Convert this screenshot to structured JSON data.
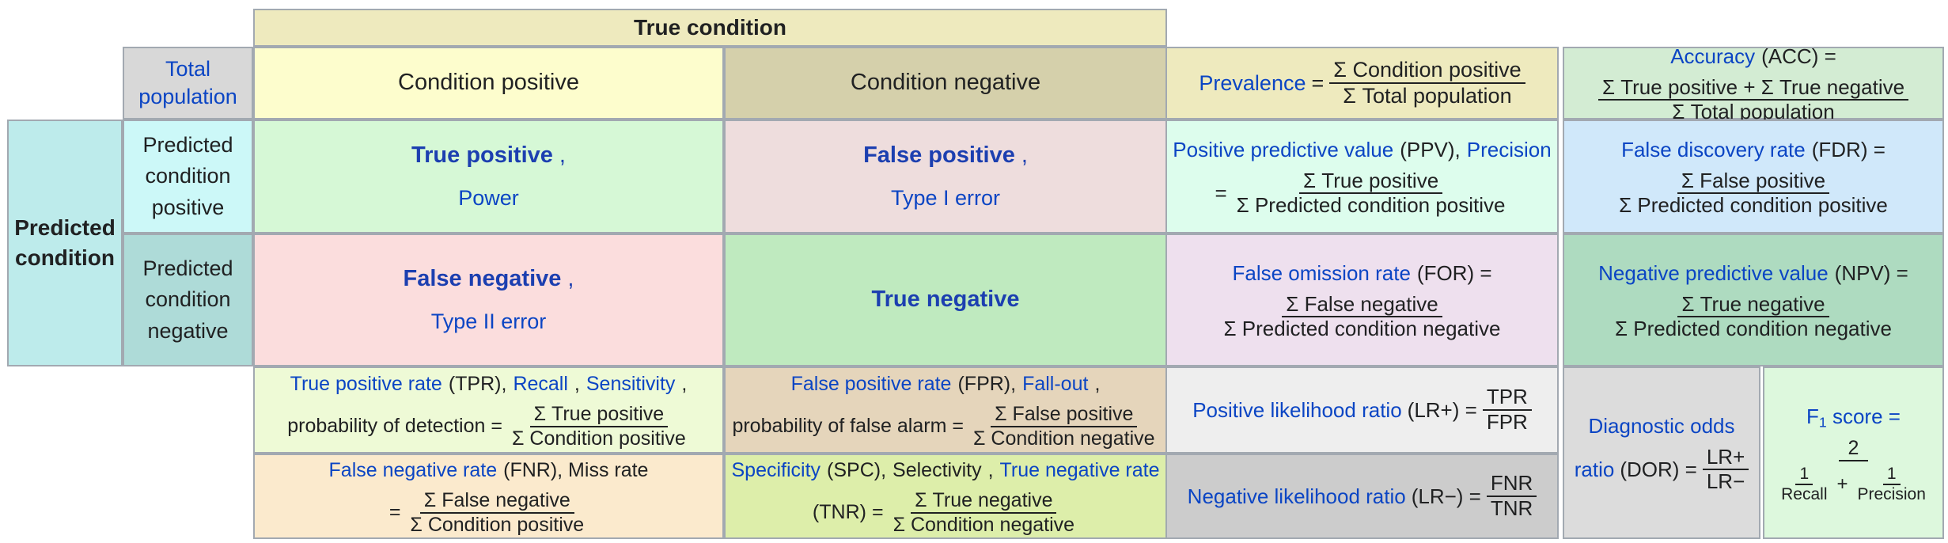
{
  "title": "Confusion matrix / diagnostic testing metrics table",
  "header": {
    "true_condition": "True condition",
    "total_population": "Total population",
    "condition_positive": "Condition positive",
    "condition_negative": "Condition negative"
  },
  "row_labels": {
    "predicted_condition": "Predicted condition",
    "predicted_condition_positive": "Predicted condition positive",
    "predicted_condition_negative": "Predicted condition negative"
  },
  "matrix": {
    "true_positive": "True positive",
    "true_positive_alias": "Power",
    "false_positive": "False positive",
    "false_positive_alias": "Type I error",
    "false_negative": "False negative",
    "false_negative_alias": "Type II error",
    "true_negative": "True negative",
    "comma": ","
  },
  "metrics": {
    "prevalence": {
      "name": "Prevalence",
      "equals": "=",
      "numerator": "Σ Condition positive",
      "denominator": "Σ Total population"
    },
    "accuracy": {
      "name": "Accuracy",
      "abbr": "(ACC) =",
      "numerator": "Σ True positive + Σ True negative",
      "denominator": "Σ Total population"
    },
    "ppv": {
      "name": "Positive predictive value",
      "abbr": "(PPV),",
      "alias": "Precision",
      "equals": "=",
      "numerator": "Σ True positive",
      "denominator": "Σ Predicted condition positive"
    },
    "fdr": {
      "name": "False discovery rate",
      "abbr": "(FDR) =",
      "numerator": "Σ False positive",
      "denominator": "Σ Predicted condition positive"
    },
    "for": {
      "name": "False omission rate",
      "abbr": "(FOR) =",
      "numerator": "Σ False negative",
      "denominator": "Σ Predicted condition negative"
    },
    "npv": {
      "name": "Negative predictive value",
      "abbr": "(NPV) =",
      "numerator": "Σ True negative",
      "denominator": "Σ Predicted condition negative"
    },
    "tpr": {
      "name": "True positive rate",
      "abbr": "(TPR),",
      "alias1": "Recall",
      "alias2": "Sensitivity",
      "alias3": "probability of detection",
      "comma": ",",
      "equals": "=",
      "numerator": "Σ True positive",
      "denominator": "Σ Condition positive"
    },
    "fpr": {
      "name": "False positive rate",
      "abbr": "(FPR),",
      "alias1": "Fall-out",
      "alias2": "probability of false alarm",
      "comma": ",",
      "equals": "=",
      "numerator": "Σ False positive",
      "denominator": "Σ Condition negative"
    },
    "lr_plus": {
      "name": "Positive likelihood ratio",
      "abbr": "(LR+) =",
      "numerator": "TPR",
      "denominator": "FPR"
    },
    "fnr": {
      "name": "False negative rate",
      "abbr": "(FNR), Miss rate",
      "equals": "=",
      "numerator": "Σ False negative",
      "denominator": "Σ Condition positive"
    },
    "spc": {
      "name": "Specificity",
      "abbr": "(SPC),",
      "alias1": "Selectivity",
      "alias2": "True negative rate",
      "abbr2": "(TNR)",
      "comma": ",",
      "equals": "=",
      "numerator": "Σ True negative",
      "denominator": "Σ Condition negative"
    },
    "lr_minus": {
      "name": "Negative likelihood ratio",
      "abbr": "(LR−) =",
      "numerator": "FNR",
      "denominator": "TNR"
    },
    "dor": {
      "name_line1": "Diagnostic odds",
      "name_line2": "ratio",
      "abbr": "(DOR) =",
      "numerator": "LR+",
      "denominator": "LR−"
    },
    "f1": {
      "name": "F",
      "sub": "1",
      "name_rest": " score =",
      "numerator": "2",
      "den_left_num": "1",
      "den_left_den": "Recall",
      "plus": "+",
      "den_right_num": "1",
      "den_right_den": "Precision"
    }
  },
  "colors": {
    "border": "#a2a9b1",
    "link_blue": "#0b45c4",
    "true_condition_bg": "#eeeabe",
    "condition_positive_bg": "#fdfdcd",
    "condition_negative_bg": "#d5d0ab",
    "total_population_bg": "#d8d8d8",
    "predicted_condition_bg": "#bdebeb",
    "pred_pos_bg": "#ccf8f8",
    "pred_neg_bg": "#aedbd8",
    "tp_bg": "#d6f8d6",
    "fp_bg": "#eedddd",
    "fn_bg": "#fbdddd",
    "tn_bg": "#bfeabf",
    "prevalence_bg": "#eeeabe",
    "accuracy_bg": "#d3ecd3",
    "ppv_bg": "#ddfded",
    "fdr_bg": "#d0e8fa",
    "for_bg": "#eee0ee",
    "npv_bg": "#aedbc0",
    "tpr_bg": "#eefad6",
    "fpr_bg": "#e5d5bb",
    "lrplus_bg": "#eeeeee",
    "fnr_bg": "#fbeacd",
    "spc_bg": "#ddeeaa",
    "lrminus_bg": "#cccccc",
    "dor_bg": "#dcdcdc",
    "f1_bg": "#ddf8dd"
  }
}
